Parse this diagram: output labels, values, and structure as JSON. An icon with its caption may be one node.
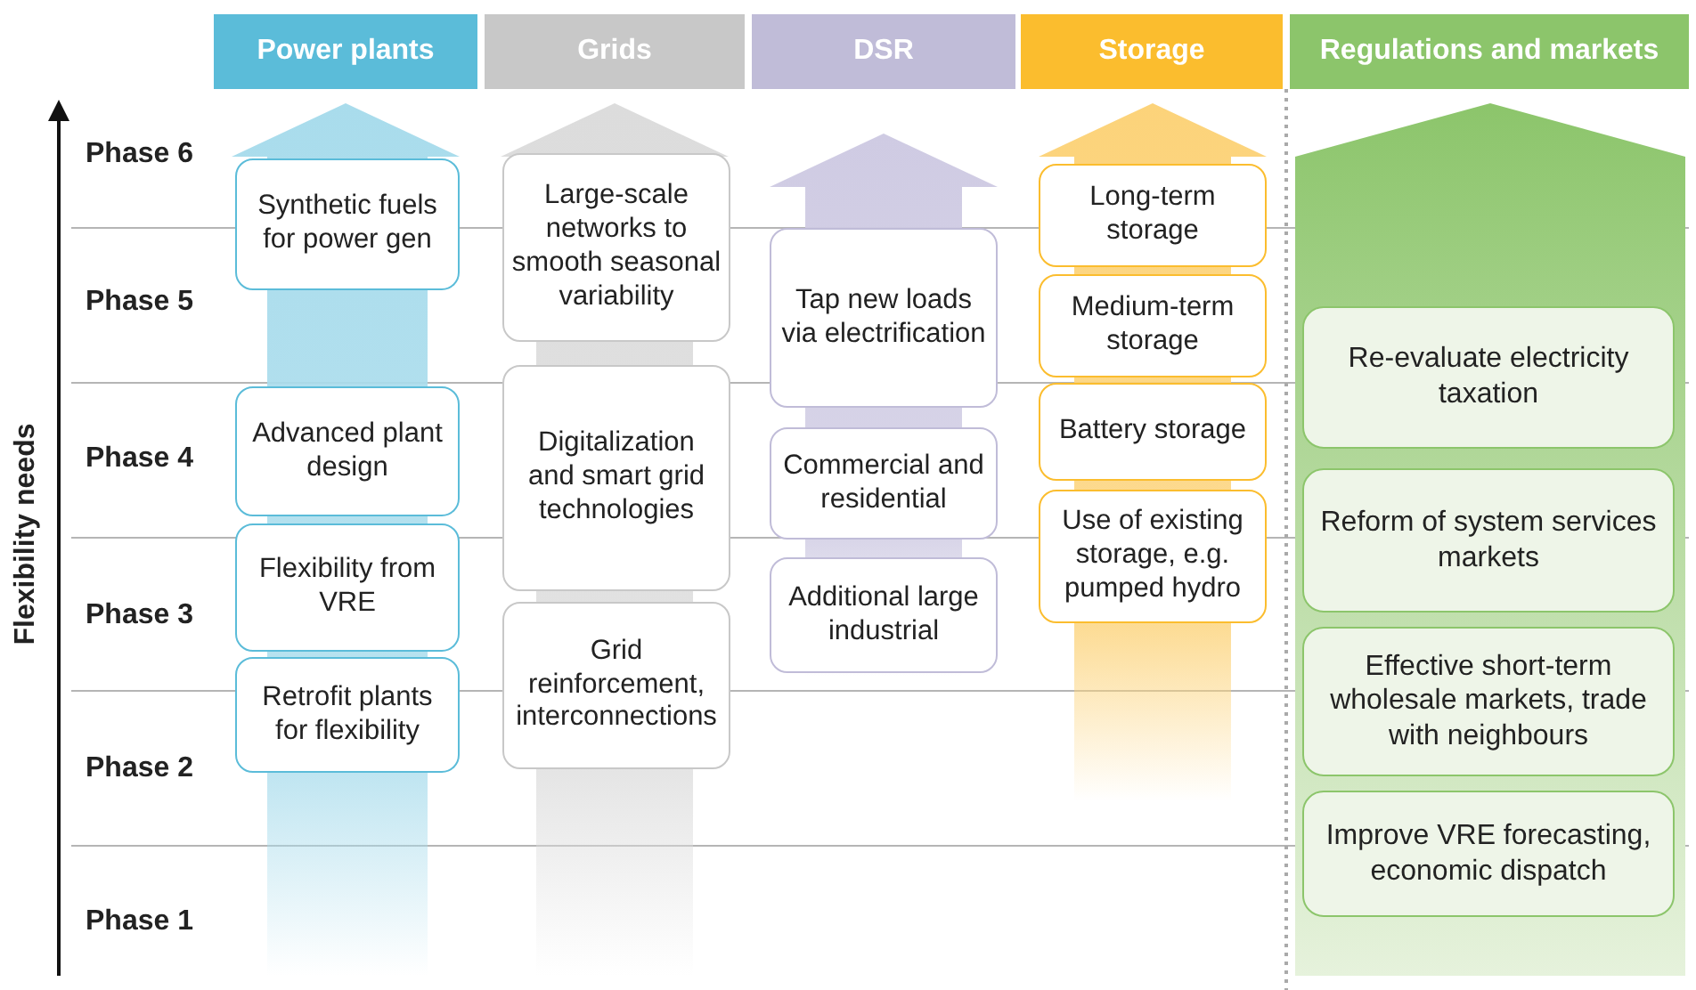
{
  "diagram": {
    "nodes": [
      {
        "text": [
          "Power plants"
        ]
      },
      {
        "text": [
          "Grids"
        ]
      },
      {
        "text": [
          "DSR"
        ]
      },
      {
        "text": [
          "Storage"
        ]
      },
      {
        "text": [
          "Regulations and markets"
        ]
      },
      {
        "text": [
          "Synthetic fuels for power gen"
        ]
      },
      {
        "text": [
          "Advanced plant design"
        ]
      },
      {
        "text": [
          "Flexibility from VRE"
        ]
      },
      {
        "text": [
          "Retrofit plants for flexibility"
        ]
      },
      {
        "text": [
          "Large-scale networks to smooth seasonal variability"
        ]
      },
      {
        "text": [
          "Digitalization and smart grid technologies"
        ]
      },
      {
        "text": [
          "Grid reinforcement, interconnections"
        ]
      },
      {
        "text": [
          "Tap new loads via electrification"
        ]
      },
      {
        "text": [
          "Commercial and residential"
        ]
      },
      {
        "text": [
          "Additional large industrial"
        ]
      },
      {
        "text": [
          "Long-term storage"
        ]
      },
      {
        "text": [
          "Medium-term storage"
        ]
      },
      {
        "text": [
          "Battery storage"
        ]
      },
      {
        "text": [
          "Use of existing storage, e.g. pumped hydro"
        ]
      },
      {
        "text": [
          "Re-evaluate electricity taxation"
        ]
      },
      {
        "text": [
          "Reform of system services markets"
        ]
      },
      {
        "text": [
          "Effective short-term wholesale markets, trade with neighbours"
        ]
      },
      {
        "text": [
          "Improve VRE forecasting, economic dispatch"
        ]
      }
    ],
    "labels": [
      "Phase 6",
      "Phase 5",
      "Phase 4",
      "Phase 3",
      "Phase 2",
      "Phase 1",
      "Flexibility needs"
    ]
  }
}
